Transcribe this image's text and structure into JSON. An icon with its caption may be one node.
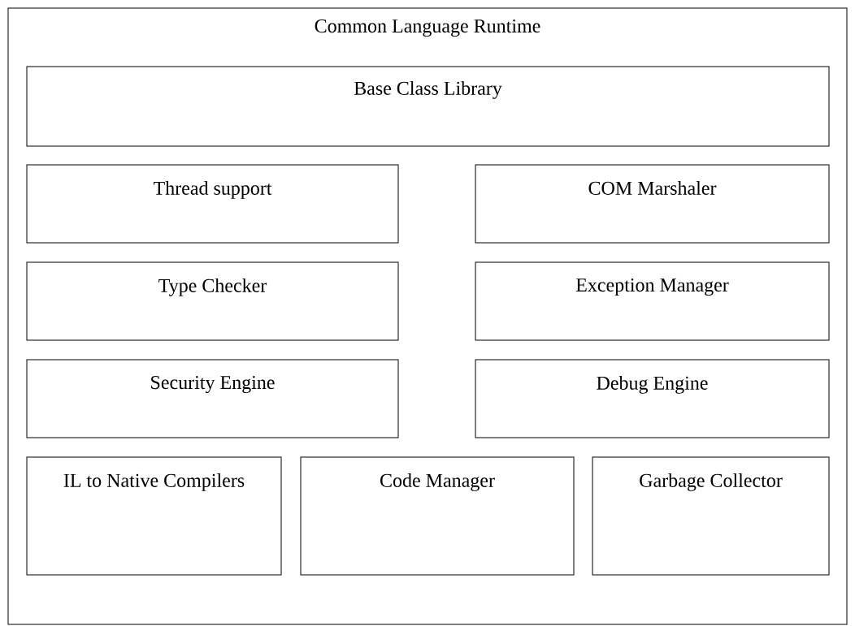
{
  "diagram": {
    "nodes": [
      {
        "text": [
          "Common Language Runtime"
        ]
      },
      {
        "text": [
          "Base Class Library"
        ],
        "in": 0
      },
      {
        "text": [
          "Thread support"
        ],
        "in": 0
      },
      {
        "text": [
          "COM Marshaler"
        ],
        "in": 0
      },
      {
        "text": [
          "Type Checker"
        ],
        "in": 0
      },
      {
        "text": [
          "Exception Manager"
        ],
        "in": 0
      },
      {
        "text": [
          "Security Engine"
        ],
        "in": 0
      },
      {
        "text": [
          "Debug Engine"
        ],
        "in": 0
      },
      {
        "text": [
          "IL to Native Compilers"
        ],
        "in": 0
      },
      {
        "text": [
          "Code Manager"
        ],
        "in": 0
      },
      {
        "text": [
          "Garbage Collector"
        ],
        "in": 0
      }
    ]
  }
}
